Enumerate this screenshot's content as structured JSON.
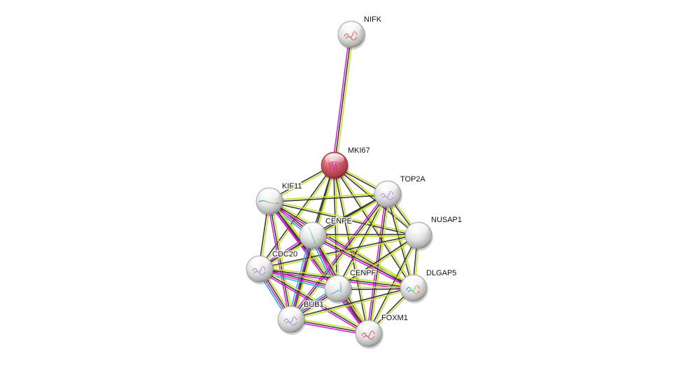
{
  "diagram": {
    "type": "protein-interaction-network",
    "edge_colors": {
      "textmining": "#c7e02c",
      "coexpression": "#3a3a3a",
      "experiments": "#d61fd6",
      "databases": "#22b8d8",
      "other": "#8a8a8a"
    },
    "node_colors": {
      "query": "#c5505a",
      "default": "#e6e6e6"
    },
    "nodes": [
      {
        "id": "NIFK",
        "label": "NIFK",
        "query": false,
        "structure_color": "#e05a5a"
      },
      {
        "id": "MKI67",
        "label": "MKI67",
        "query": true,
        "structure_color": "#d0308a"
      },
      {
        "id": "KIF11",
        "label": "KIF11",
        "query": false,
        "structure_color": "rainbow"
      },
      {
        "id": "TOP2A",
        "label": "TOP2A",
        "query": false,
        "structure_color": "#b88ad8"
      },
      {
        "id": "NUSAP1",
        "label": "NUSAP1",
        "query": false,
        "structure_color": ""
      },
      {
        "id": "CENPE",
        "label": "CENPE",
        "query": false,
        "structure_color": "#5ad07a"
      },
      {
        "id": "CDC20",
        "label": "CDC20",
        "query": false,
        "structure_color": "#a884d4"
      },
      {
        "id": "CENPF",
        "label": "CENPF",
        "query": false,
        "structure_color": "#3aa0c8"
      },
      {
        "id": "DLGAP5",
        "label": "DLGAP5",
        "query": false,
        "structure_color": "rainbow"
      },
      {
        "id": "BUB1",
        "label": "BUB1",
        "query": false,
        "structure_color": "#a884d4"
      },
      {
        "id": "FOXM1",
        "label": "FOXM1",
        "query": false,
        "structure_color": "#d85050"
      }
    ],
    "edges": [
      {
        "source": "NIFK",
        "target": "MKI67",
        "types": [
          "textmining",
          "coexpression",
          "experiments"
        ]
      },
      {
        "source": "MKI67",
        "target": "KIF11",
        "types": [
          "textmining",
          "coexpression"
        ]
      },
      {
        "source": "MKI67",
        "target": "TOP2A",
        "types": [
          "textmining",
          "coexpression"
        ]
      },
      {
        "source": "MKI67",
        "target": "NUSAP1",
        "types": [
          "textmining",
          "coexpression"
        ]
      },
      {
        "source": "MKI67",
        "target": "CENPE",
        "types": [
          "textmining",
          "coexpression"
        ]
      },
      {
        "source": "MKI67",
        "target": "CDC20",
        "types": [
          "textmining",
          "coexpression"
        ]
      },
      {
        "source": "MKI67",
        "target": "CENPF",
        "types": [
          "textmining",
          "coexpression"
        ]
      },
      {
        "source": "MKI67",
        "target": "DLGAP5",
        "types": [
          "textmining",
          "coexpression"
        ]
      },
      {
        "source": "MKI67",
        "target": "BUB1",
        "types": [
          "textmining",
          "coexpression"
        ]
      },
      {
        "source": "MKI67",
        "target": "FOXM1",
        "types": [
          "textmining",
          "coexpression"
        ]
      },
      {
        "source": "KIF11",
        "target": "TOP2A",
        "types": [
          "textmining",
          "coexpression"
        ]
      },
      {
        "source": "KIF11",
        "target": "NUSAP1",
        "types": [
          "textmining",
          "coexpression"
        ]
      },
      {
        "source": "KIF11",
        "target": "CENPE",
        "types": [
          "textmining",
          "coexpression",
          "experiments",
          "databases"
        ]
      },
      {
        "source": "KIF11",
        "target": "CDC20",
        "types": [
          "textmining",
          "coexpression"
        ]
      },
      {
        "source": "KIF11",
        "target": "CENPF",
        "types": [
          "textmining",
          "coexpression",
          "experiments"
        ]
      },
      {
        "source": "KIF11",
        "target": "DLGAP5",
        "types": [
          "textmining",
          "coexpression",
          "experiments"
        ]
      },
      {
        "source": "KIF11",
        "target": "BUB1",
        "types": [
          "textmining",
          "coexpression",
          "experiments"
        ]
      },
      {
        "source": "KIF11",
        "target": "FOXM1",
        "types": [
          "textmining",
          "coexpression",
          "experiments"
        ]
      },
      {
        "source": "TOP2A",
        "target": "NUSAP1",
        "types": [
          "textmining",
          "coexpression"
        ]
      },
      {
        "source": "TOP2A",
        "target": "CENPE",
        "types": [
          "textmining",
          "coexpression"
        ]
      },
      {
        "source": "TOP2A",
        "target": "CDC20",
        "types": [
          "textmining",
          "coexpression"
        ]
      },
      {
        "source": "TOP2A",
        "target": "CENPF",
        "types": [
          "textmining",
          "coexpression"
        ]
      },
      {
        "source": "TOP2A",
        "target": "DLGAP5",
        "types": [
          "textmining",
          "coexpression"
        ]
      },
      {
        "source": "TOP2A",
        "target": "BUB1",
        "types": [
          "textmining",
          "coexpression",
          "experiments"
        ]
      },
      {
        "source": "TOP2A",
        "target": "FOXM1",
        "types": [
          "textmining",
          "coexpression",
          "experiments"
        ]
      },
      {
        "source": "NUSAP1",
        "target": "CENPE",
        "types": [
          "textmining",
          "coexpression"
        ]
      },
      {
        "source": "NUSAP1",
        "target": "CDC20",
        "types": [
          "textmining",
          "coexpression"
        ]
      },
      {
        "source": "NUSAP1",
        "target": "CENPF",
        "types": [
          "textmining",
          "coexpression"
        ]
      },
      {
        "source": "NUSAP1",
        "target": "DLGAP5",
        "types": [
          "textmining",
          "coexpression"
        ]
      },
      {
        "source": "NUSAP1",
        "target": "BUB1",
        "types": [
          "textmining",
          "coexpression"
        ]
      },
      {
        "source": "NUSAP1",
        "target": "FOXM1",
        "types": [
          "textmining",
          "coexpression"
        ]
      },
      {
        "source": "CENPE",
        "target": "CDC20",
        "types": [
          "textmining",
          "coexpression",
          "experiments"
        ]
      },
      {
        "source": "CENPE",
        "target": "CENPF",
        "types": [
          "textmining",
          "coexpression",
          "experiments",
          "databases"
        ]
      },
      {
        "source": "CENPE",
        "target": "DLGAP5",
        "types": [
          "textmining",
          "coexpression",
          "experiments"
        ]
      },
      {
        "source": "CENPE",
        "target": "BUB1",
        "types": [
          "textmining",
          "coexpression",
          "experiments",
          "databases"
        ]
      },
      {
        "source": "CENPE",
        "target": "FOXM1",
        "types": [
          "textmining",
          "coexpression",
          "experiments"
        ]
      },
      {
        "source": "CDC20",
        "target": "CENPF",
        "types": [
          "textmining",
          "coexpression",
          "experiments",
          "databases"
        ]
      },
      {
        "source": "CDC20",
        "target": "DLGAP5",
        "types": [
          "textmining",
          "coexpression",
          "experiments"
        ]
      },
      {
        "source": "CDC20",
        "target": "BUB1",
        "types": [
          "textmining",
          "coexpression",
          "experiments",
          "databases"
        ]
      },
      {
        "source": "CDC20",
        "target": "FOXM1",
        "types": [
          "textmining",
          "coexpression",
          "experiments"
        ]
      },
      {
        "source": "CENPF",
        "target": "DLGAP5",
        "types": [
          "textmining",
          "coexpression"
        ]
      },
      {
        "source": "CENPF",
        "target": "BUB1",
        "types": [
          "textmining",
          "coexpression",
          "experiments",
          "databases"
        ]
      },
      {
        "source": "CENPF",
        "target": "FOXM1",
        "types": [
          "textmining",
          "coexpression",
          "experiments"
        ]
      },
      {
        "source": "DLGAP5",
        "target": "BUB1",
        "types": [
          "textmining",
          "coexpression"
        ]
      },
      {
        "source": "DLGAP5",
        "target": "FOXM1",
        "types": [
          "textmining",
          "coexpression"
        ]
      },
      {
        "source": "BUB1",
        "target": "FOXM1",
        "types": [
          "textmining",
          "coexpression",
          "experiments"
        ]
      }
    ]
  }
}
